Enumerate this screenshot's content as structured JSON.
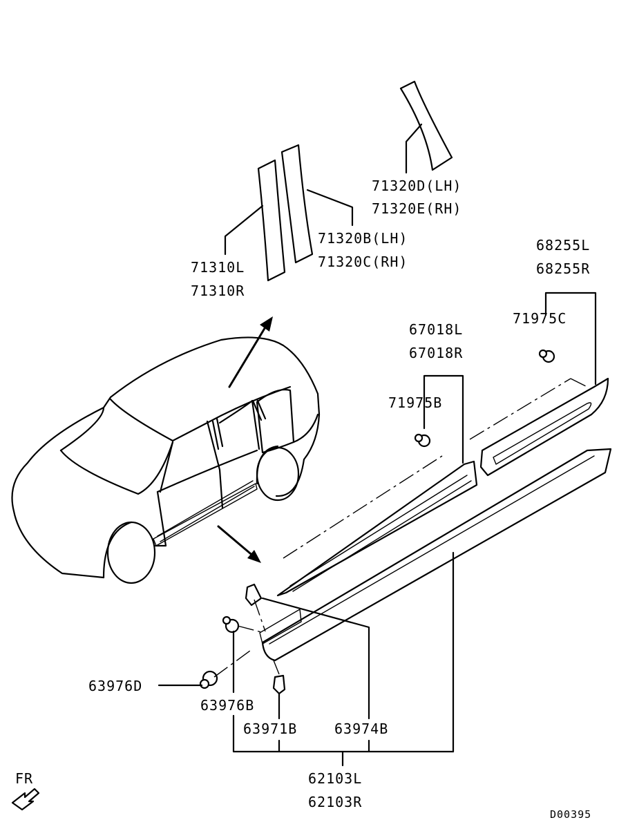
{
  "labels": {
    "p71320d": "71320D(LH)",
    "p71320e": "71320E(RH)",
    "p71320b": "71320B(LH)",
    "p71320c": "71320C(RH)",
    "p71310l": "71310L",
    "p71310r": "71310R",
    "p68255l": "68255L",
    "p68255r": "68255R",
    "p71975c": "71975C",
    "p67018l": "67018L",
    "p67018r": "67018R",
    "p71975b": "71975B",
    "p63976d": "63976D",
    "p63976b": "63976B",
    "p63971b": "63971B",
    "p63974b": "63974B",
    "p62103l": "62103L",
    "p62103r": "62103R",
    "fr": "FR",
    "diagram_id": "D00395"
  }
}
